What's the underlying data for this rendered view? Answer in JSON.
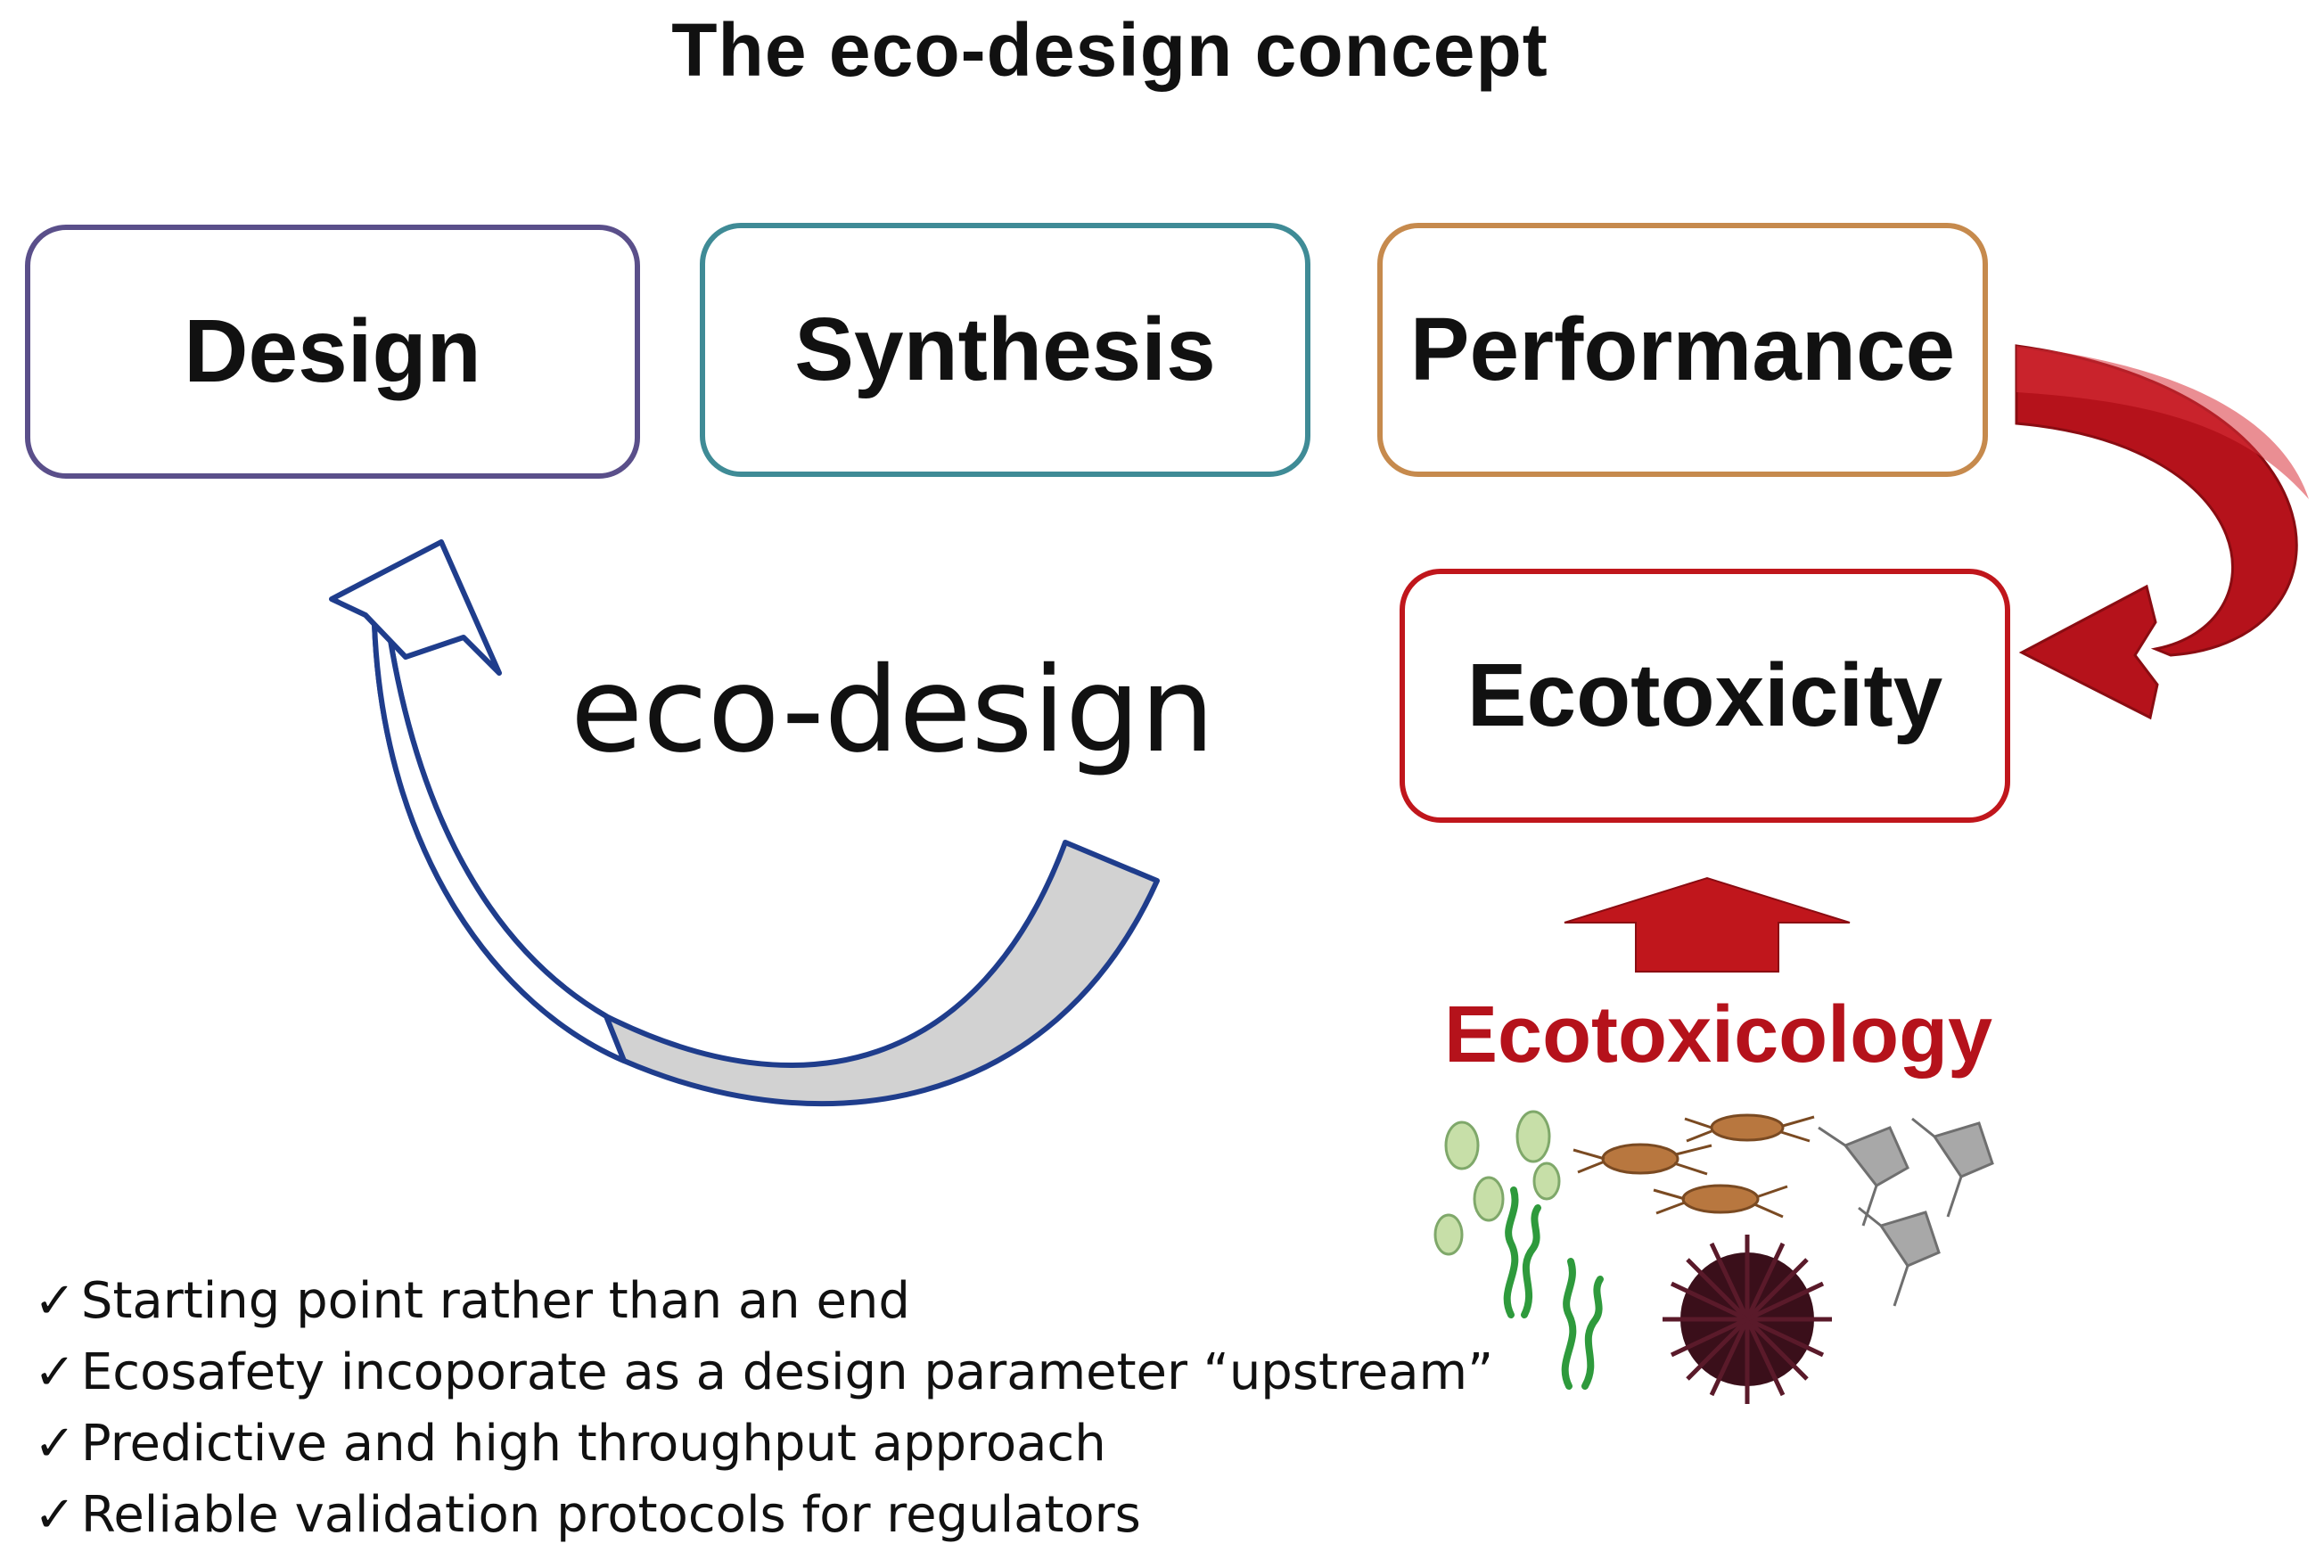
{
  "title": "The eco-design concept",
  "boxes": {
    "design": "Design",
    "synthesis": "Synthesis",
    "performance": "Performance",
    "ecotoxicity": "Ecotoxicity"
  },
  "cycle_label": "eco-design",
  "ecotoxicology_label": "Ecotoxicology",
  "bullets": [
    "Starting point rather than an end",
    "Ecosafety incoporate as a design parameter “upstream”",
    "Predictive and high throughput approach",
    "Reliable validation protocols for regulators"
  ],
  "check_symbol": "✓",
  "colors": {
    "design_border": "#5a4f8a",
    "synthesis_border": "#3f8b96",
    "performance_border": "#c68a4d",
    "ecotoxicity_border": "#c0161c",
    "red_arrow": "#b5121b",
    "eco_arrow_fill": "#d2d2d2",
    "eco_arrow_stroke": "#1f3d8c"
  },
  "icons": [
    "algae-cells-icon",
    "crustacean-larvae-icon",
    "seaweed-icon",
    "sea-urchin-icon",
    "daphnia-icon"
  ]
}
